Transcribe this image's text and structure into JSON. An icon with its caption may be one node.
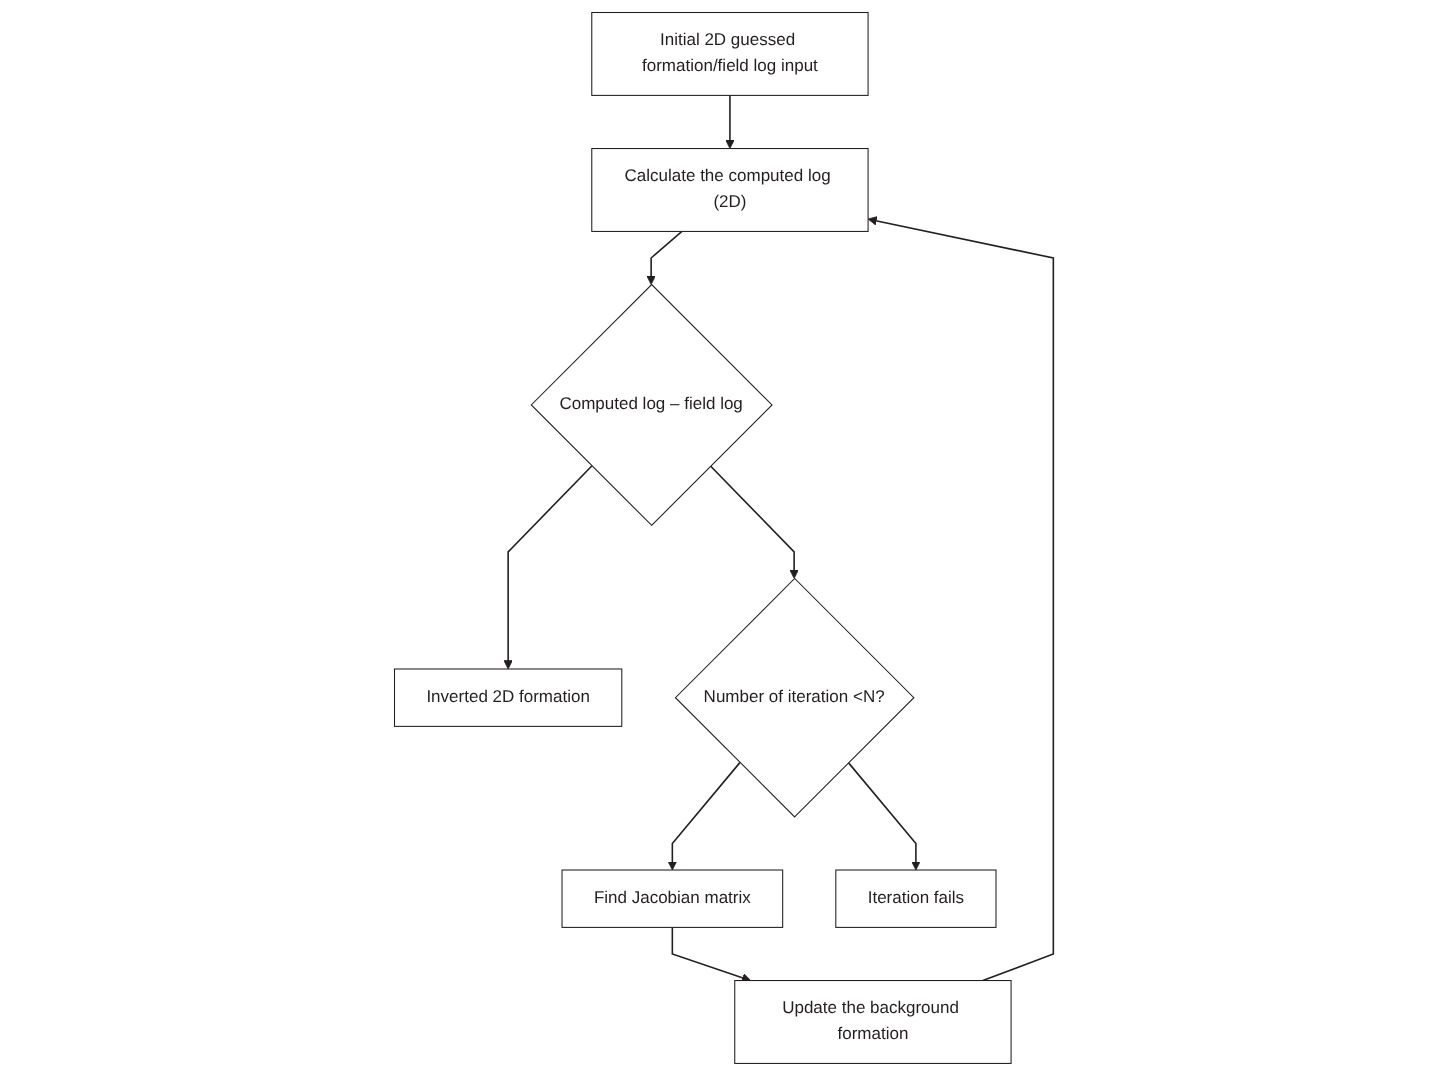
{
  "diagram": {
    "nodes": [
      {
        "text": [
          "Initial 2D guessed formation/field log input"
        ]
      },
      {
        "text": [
          "Calculate the computed log (2D)"
        ]
      },
      {
        "text": [
          "Computed log – field log"
        ]
      },
      {
        "text": [
          "Inverted 2D formation"
        ]
      },
      {
        "text": [
          "Number of iteration <N?"
        ]
      },
      {
        "text": [
          "Find Jacobian matrix"
        ]
      },
      {
        "text": [
          "Update the background formation"
        ]
      },
      {
        "text": [
          "Iteration fails"
        ]
      }
    ],
    "edges": [
      {
        "from": 0,
        "to": 1,
        "arrow": "to"
      },
      {
        "from": 1,
        "to": 2,
        "arrow": "to"
      },
      {
        "from": 2,
        "to": 3,
        "arrow": "to"
      },
      {
        "from": 2,
        "to": 4,
        "arrow": "to"
      },
      {
        "from": 4,
        "to": 5,
        "arrow": "to"
      },
      {
        "from": 5,
        "to": 6,
        "arrow": "to"
      },
      {
        "from": 6,
        "to": 1,
        "arrow": "to"
      },
      {
        "from": 4,
        "to": 7,
        "arrow": "to"
      }
    ]
  }
}
